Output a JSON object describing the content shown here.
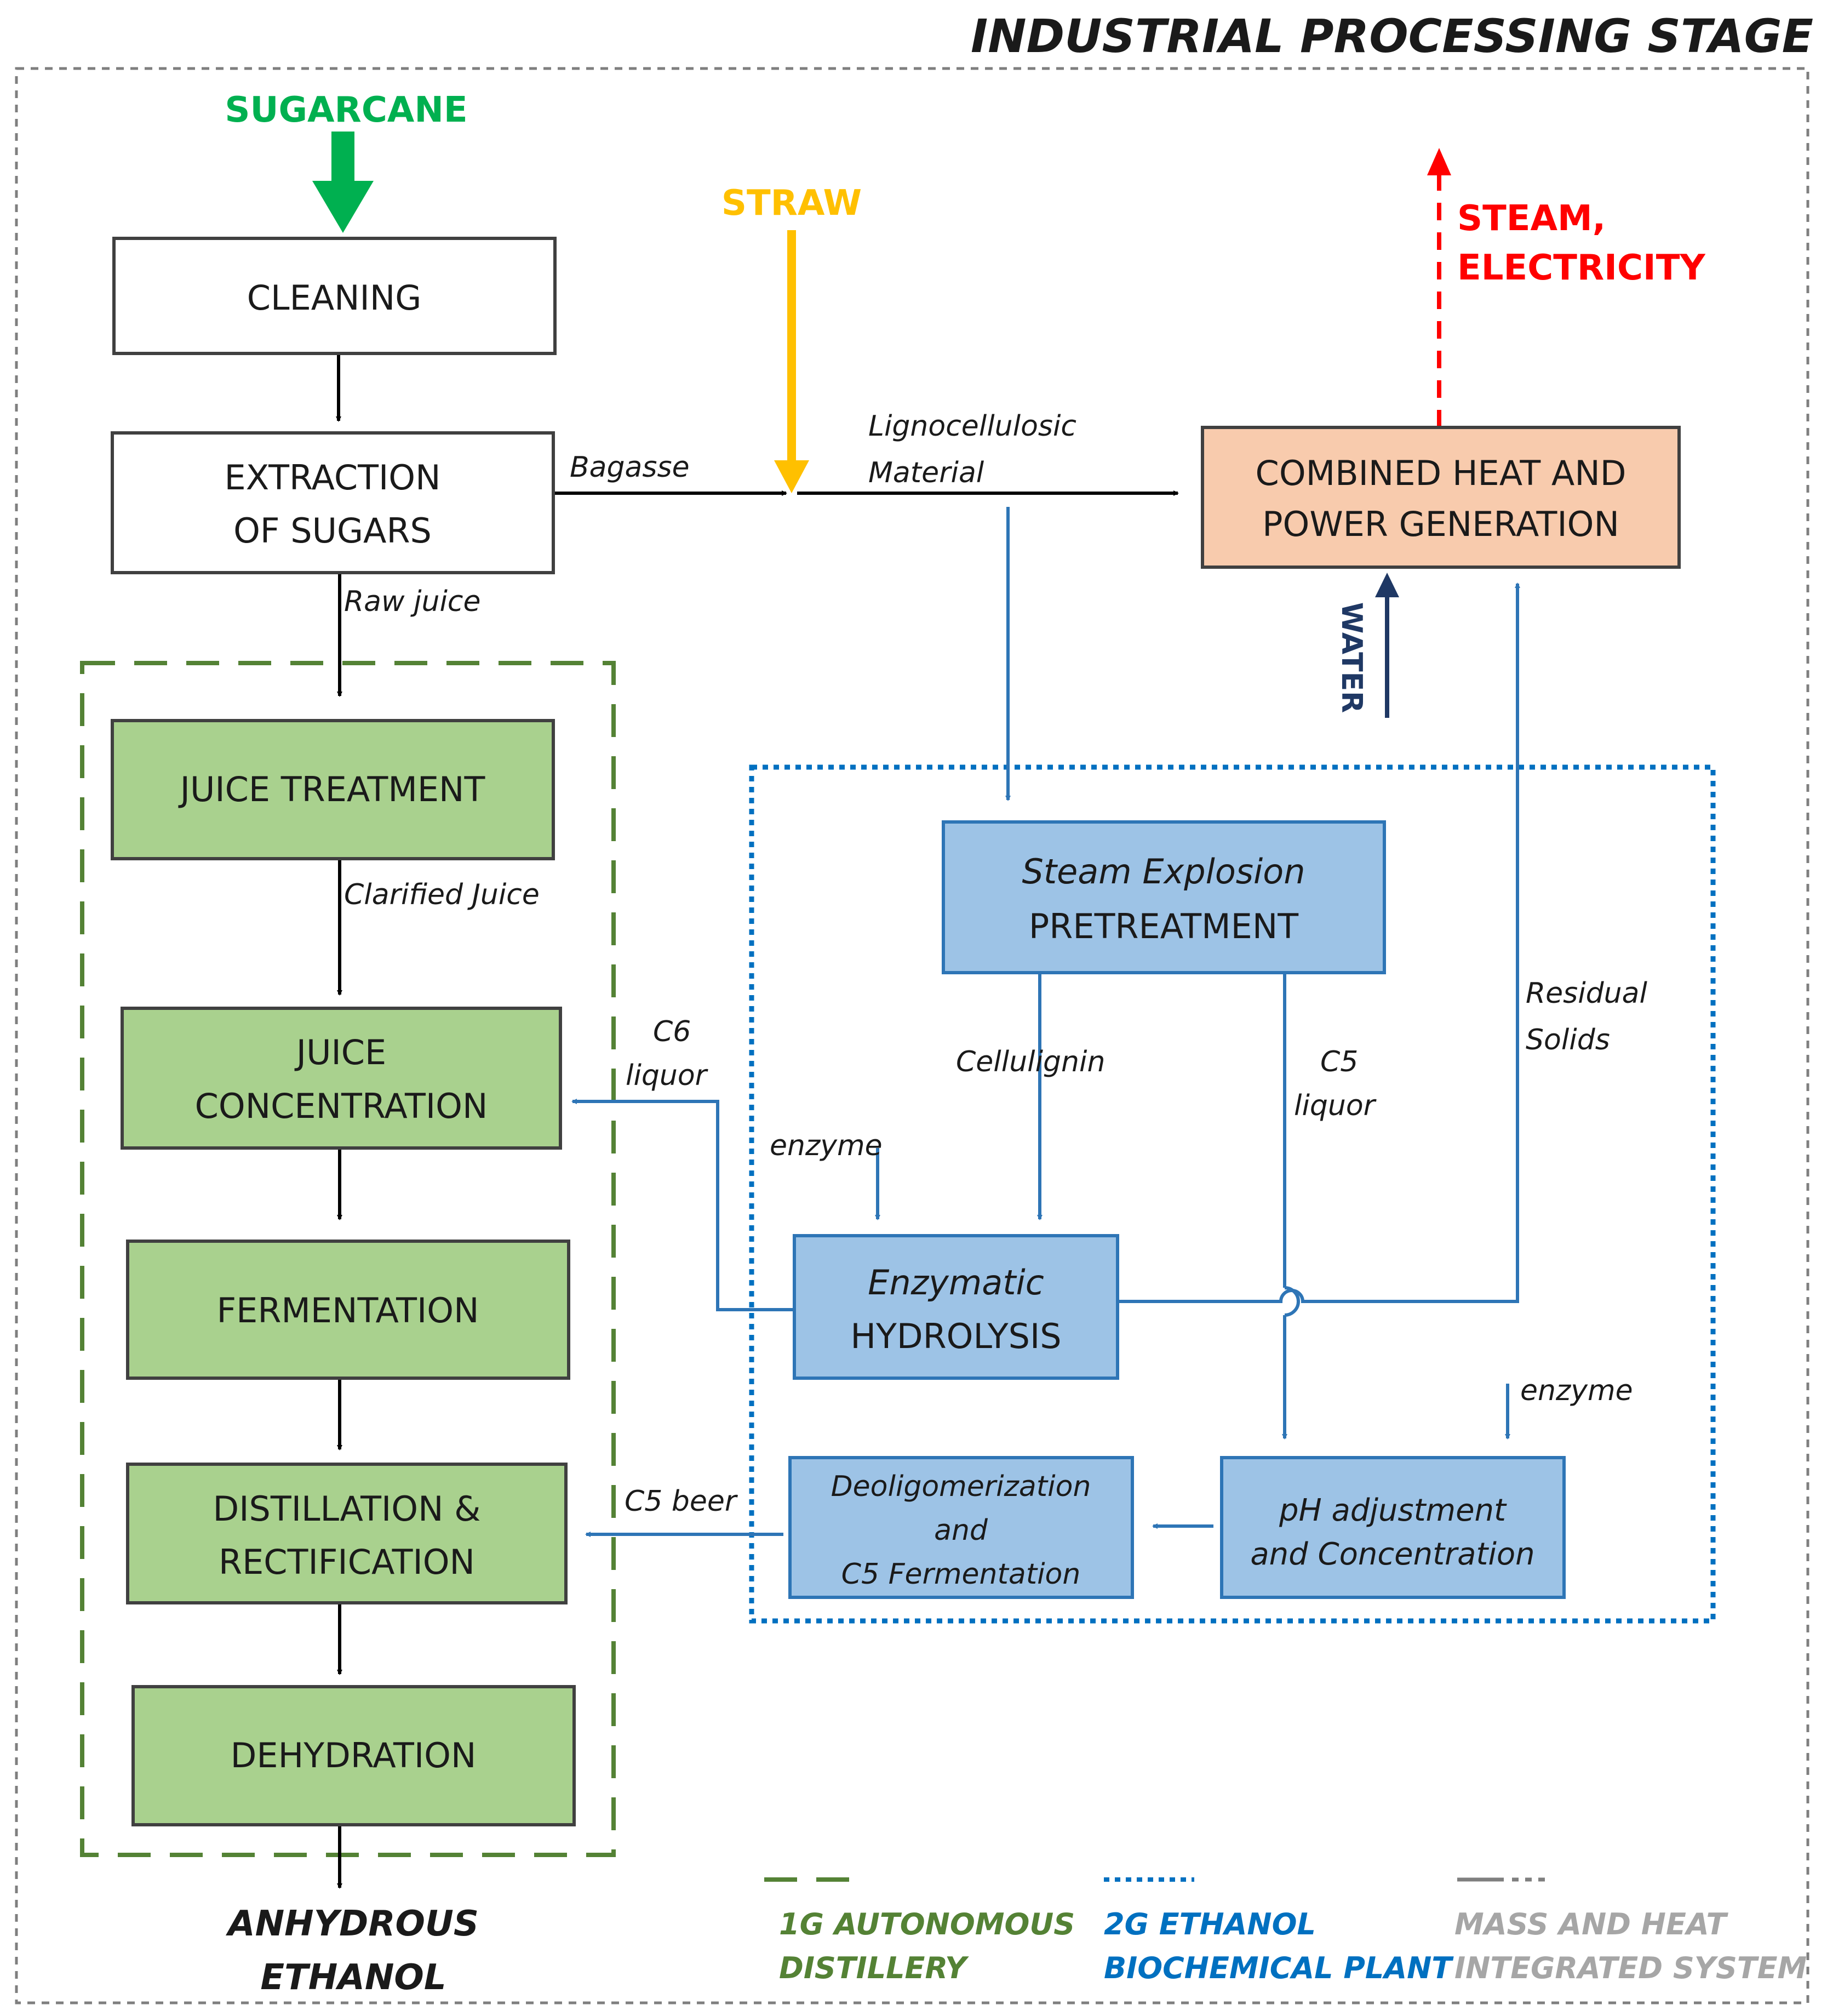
{
  "header": {
    "title": "INDUSTRIAL PROCESSING STAGE"
  },
  "inputs": {
    "sugarcane": "SUGARCANE",
    "straw": "STRAW",
    "water": "WATER"
  },
  "outputs": {
    "steam_line1": "STEAM,",
    "steam_line2": "ELECTRICITY",
    "ethanol_line1": "ANHYDROUS",
    "ethanol_line2": "ETHANOL"
  },
  "process_boxes": {
    "cleaning": "CLEANING",
    "extraction_line1": "EXTRACTION",
    "extraction_line2": "OF SUGARS",
    "chp_line1": "COMBINED HEAT AND",
    "chp_line2": "POWER GENERATION",
    "juice_treatment": "JUICE TREATMENT",
    "juice_conc_line1": "JUICE",
    "juice_conc_line2": "CONCENTRATION",
    "fermentation": "FERMENTATION",
    "distillation_line1": "DISTILLATION &",
    "distillation_line2": "RECTIFICATION",
    "dehydration": "DEHYDRATION",
    "steam_expl_line1": "Steam Explosion",
    "steam_expl_line2": "PRETREATMENT",
    "enzymatic_line1": "Enzymatic",
    "enzymatic_line2": "HYDROLYSIS",
    "deoligo_line1": "Deoligomerization",
    "deoligo_line2": "and",
    "deoligo_line3": "C5 Fermentation",
    "ph_line1": "pH adjustment",
    "ph_line2": "and Concentration"
  },
  "flow_labels": {
    "bagasse": "Bagasse",
    "ligno_line1": "Lignocellulosic",
    "ligno_line2": "Material",
    "raw_juice": "Raw juice",
    "clarified_juice": "Clarified Juice",
    "c6_line1": "C6",
    "c6_line2": "liquor",
    "cellulignin": "Cellulignin",
    "c5_line1": "C5",
    "c5_line2": "liquor",
    "residual_line1": "Residual",
    "residual_line2": "Solids",
    "enzyme_1": "enzyme",
    "enzyme_2": "enzyme",
    "c5_beer": "C5 beer"
  },
  "legend": {
    "g1_line1": "1G AUTONOMOUS",
    "g1_line2": "DISTILLERY",
    "g2_line1": "2G ETHANOL",
    "g2_line2": "BIOCHEMICAL PLANT",
    "mh_line1": "MASS AND HEAT",
    "mh_line2": "INTEGRATED SYSTEM"
  },
  "colors": {
    "green_box": "#a9d18e",
    "blue_box": "#9dc3e6",
    "chp_box": "#f8cbad",
    "green_text": "#00b050",
    "straw": "#ffc000",
    "red": "#ff0000",
    "blue_line": "#2e75b6",
    "navy": "#1f3864",
    "dash_green": "#548235",
    "legend_green": "#548235",
    "legend_blue": "#0070c0",
    "legend_gray": "#a6a6a6"
  }
}
